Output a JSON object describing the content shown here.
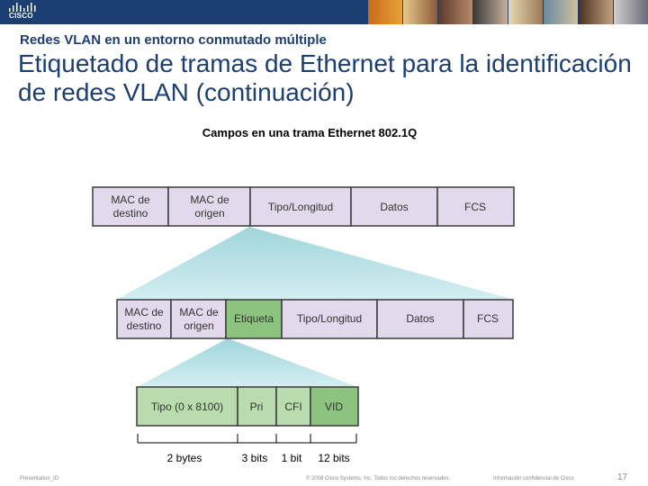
{
  "header": {
    "logo_text": "CISCO",
    "subtitle": "Redes VLAN en un entorno conmutado múltiple",
    "title": "Etiquetado de tramas de Ethernet para la identificación de redes VLAN (continuación)"
  },
  "diagram": {
    "title": "Campos en una trama Ethernet 802.1Q",
    "frame_standard": {
      "fields": [
        {
          "line1": "MAC de",
          "line2": "destino"
        },
        {
          "line1": "MAC de",
          "line2": "origen"
        },
        {
          "line1": "Tipo/Longitud",
          "line2": ""
        },
        {
          "line1": "Datos",
          "line2": ""
        },
        {
          "line1": "FCS",
          "line2": ""
        }
      ]
    },
    "frame_tagged": {
      "fields": [
        {
          "line1": "MAC de",
          "line2": "destino"
        },
        {
          "line1": "MAC de",
          "line2": "origen"
        },
        {
          "line1": "Etiqueta",
          "line2": ""
        },
        {
          "line1": "Tipo/Longitud",
          "line2": ""
        },
        {
          "line1": "Datos",
          "line2": ""
        },
        {
          "line1": "FCS",
          "line2": ""
        }
      ]
    },
    "tag_fields": {
      "fields": [
        {
          "line1": "Tipo (0 x 8100)",
          "line2": ""
        },
        {
          "line1": "Pri",
          "line2": ""
        },
        {
          "line1": "CFI",
          "line2": ""
        },
        {
          "line1": "VID",
          "line2": ""
        }
      ]
    },
    "bit_sizes": [
      "2 bytes",
      "3 bits",
      "1 bit",
      "12 bits"
    ]
  },
  "footer": {
    "left": "Presentation_ID",
    "center": "© 2008 Cisco Systems, Inc. Todos los derechos reservados.",
    "right": "Información confidencial de Cisco",
    "page": "17"
  },
  "colors": {
    "brand_blue": "#1c3f73",
    "frame_fill": "#e3d9ec",
    "tag_fill": "#b8dcad",
    "vid_fill": "#8cc47f",
    "cone_top": "#8fcfd7"
  }
}
